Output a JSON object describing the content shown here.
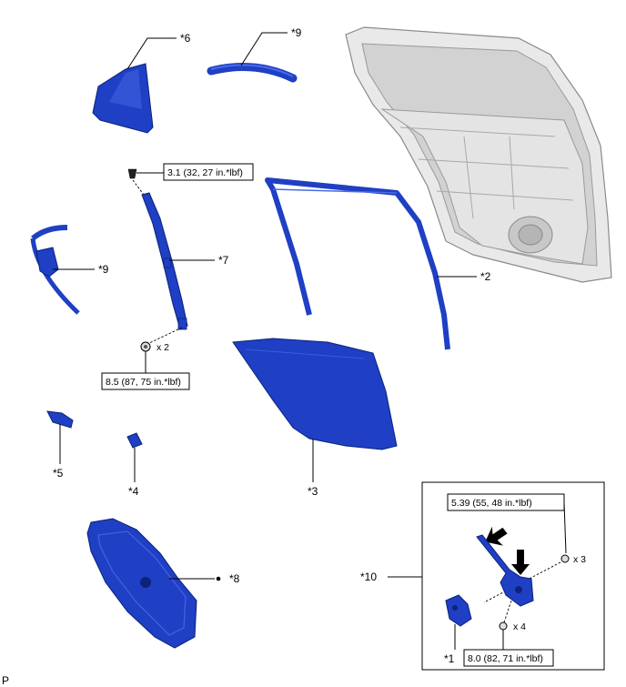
{
  "callouts": {
    "c1": "*1",
    "c2": "*2",
    "c3": "*3",
    "c4": "*4",
    "c5": "*5",
    "c6": "*6",
    "c7": "*7",
    "c8": "*8",
    "c9_top": "*9",
    "c9_left": "*9",
    "c10": "*10"
  },
  "torques": {
    "t_upper": "3.1 (32, 27 in.*lbf)",
    "t_lower": "8.5 (87, 75 in.*lbf)",
    "t_regulator_upper": "5.39 (55, 48 in.*lbf)",
    "t_regulator_lower": "8.0 (82, 71 in.*lbf)"
  },
  "quantities": {
    "q_lower_bolt": "x 2",
    "q_reg_upper": "x 3",
    "q_reg_lower": "x 4"
  },
  "corner_mark": "P",
  "colors": {
    "part_blue": "#1f3fc4",
    "door_gray": "#e9e9e9"
  }
}
